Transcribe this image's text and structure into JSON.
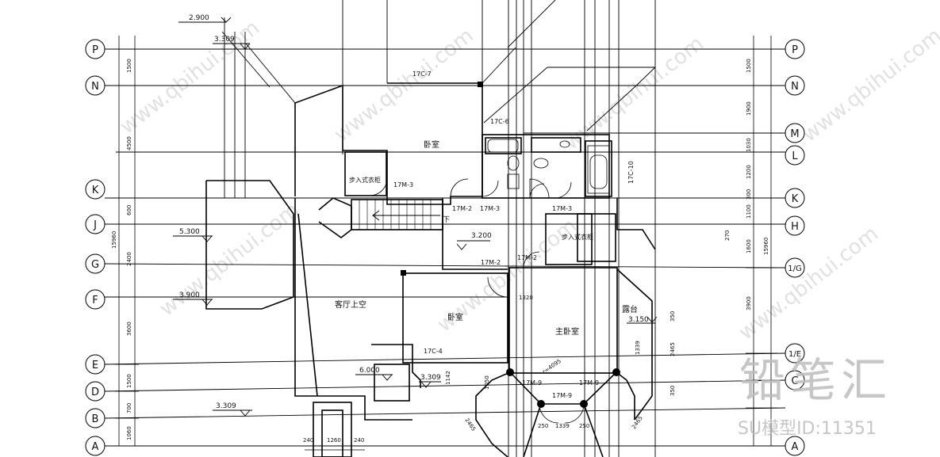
{
  "grid": {
    "left_labels": [
      "P",
      "N",
      "K",
      "J",
      "G",
      "F",
      "E",
      "D",
      "B",
      "A"
    ],
    "right_labels": [
      "P",
      "N",
      "M",
      "L",
      "K",
      "H",
      "1/G",
      "1/E",
      "C",
      "A"
    ]
  },
  "elevations": {
    "e1": "2.900",
    "e2": "3.309",
    "e3": "5.300",
    "e4": "3.900",
    "e5": "6.000",
    "e6": "3.309",
    "e7": "3.309",
    "e8": "3.200",
    "e9": "3.150"
  },
  "rooms": {
    "r1": "卧室",
    "r2": "步入式衣柜",
    "r3": "步入式衣柜",
    "r4": "卧室",
    "r5": "主卧室",
    "r6": "客厅上空",
    "r7": "露台"
  },
  "tags": {
    "c7": "17C-7",
    "c6": "17C-6",
    "c10": "17C-10",
    "c4": "17C-4",
    "m3a": "17M-3",
    "m2a": "17M-2",
    "m3b": "17M-3",
    "m3c": "17M-3",
    "m2b": "17M-2",
    "m2c": "17M-2",
    "m9a": "17M-9",
    "m9b": "17M-9",
    "m9c": "17M-9",
    "down": "下"
  },
  "dims": {
    "l1": "1500",
    "l2": "4500",
    "l3": "600",
    "l4": "2400",
    "l5": "3600",
    "l6": "1500",
    "l7": "700",
    "l8": "1060",
    "l_total": "15960",
    "r1": "1500",
    "r2": "1900",
    "r3": "1030",
    "r4": "1200",
    "r5": "300",
    "r6": "1100",
    "r7": "1600",
    "r8": "3900",
    "r_total": "15960",
    "b1": "240",
    "b2": "1260",
    "b3": "240",
    "b4": "1339",
    "b5": "250",
    "b6": "250",
    "m1": "1320",
    "m2": "r=4095",
    "m3": "1050",
    "m4": "1142",
    "m5": "270",
    "m6": "2465",
    "m7": "2465",
    "m8": "2465",
    "m9": "350",
    "m10": "1339",
    "m11": "350"
  },
  "brand": {
    "name": "铅笔汇",
    "model_id": "SU模型ID:11351",
    "watermark": "www.qbihui.com"
  }
}
